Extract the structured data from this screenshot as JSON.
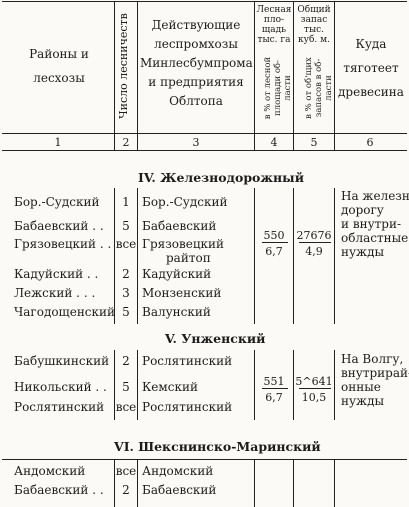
{
  "header": {
    "col1": [
      "Районы и",
      "лесхозы"
    ],
    "col2": "Число лесничеств",
    "col3": [
      "Действующие",
      "леспромхозы",
      "Минлесбумпрома",
      "и предприятия",
      "Облтопа"
    ],
    "col4_top": [
      "Лесная",
      "пло-",
      "щадь",
      "тыс. га"
    ],
    "col4_vert": [
      "в % от лесной",
      "площади об-",
      "ласти"
    ],
    "col5_top": [
      "Общий",
      "запас",
      "тыс.",
      "куб. м."
    ],
    "col5_vert": [
      "в % от об'щих",
      "запасов в об-",
      "ласти"
    ],
    "col6": [
      "Куда",
      "тяготеет",
      "древесина"
    ],
    "nums": [
      "1",
      "2",
      "3",
      "4",
      "5",
      "6"
    ]
  },
  "sections": [
    {
      "title": "IV.  Железнодорожный",
      "rows": [
        {
          "district": "Бор.-Судский",
          "count": "1",
          "enterprise": [
            "Бор.-Судский"
          ]
        },
        {
          "district": "Бабаевский . .",
          "count": "5",
          "enterprise": [
            "Бабаевский"
          ]
        },
        {
          "district": "Грязовецкий . .",
          "count": "все",
          "enterprise": [
            "Грязовецкий",
            "райтоп"
          ]
        },
        {
          "district": "Кадуйский . .",
          "count": "2",
          "enterprise": [
            "Кадуйский"
          ]
        },
        {
          "district": "Лежский . . .",
          "count": "3",
          "enterprise": [
            "Монзенский"
          ]
        },
        {
          "district": "Чагодощенский",
          "count": "5",
          "enterprise": [
            "Валунский"
          ]
        }
      ],
      "area": {
        "num": "550",
        "den": "6,7"
      },
      "stock": {
        "num": "27676",
        "den": "4,9"
      },
      "destination": [
        "На железную",
        "дорогу",
        "и внутри-",
        "областные",
        "нужды"
      ]
    },
    {
      "title": "V.  Унженский",
      "rows": [
        {
          "district": "Бабушкинский",
          "count": "2",
          "enterprise": [
            "Рослятинский"
          ]
        },
        {
          "district": "Никольский . .",
          "count": "5",
          "enterprise": [
            "Кемский"
          ]
        },
        {
          "district": "Рослятинский",
          "count": "все",
          "enterprise": [
            "Рослятинский"
          ]
        }
      ],
      "area": {
        "num": "551",
        "den": "6,7"
      },
      "stock": {
        "num": "5^641",
        "den": "10,5"
      },
      "destination": [
        "На Волгу,",
        "внутрирай-",
        "онные",
        "нужды"
      ]
    },
    {
      "title": "VI.  Шекснинско-Маринский",
      "rows": [
        {
          "district": "Андомский",
          "count": "все",
          "enterprise": [
            "Андомский"
          ]
        },
        {
          "district": "Бабаевский . .",
          "count": "2",
          "enterprise": [
            "Бабаевский"
          ]
        }
      ]
    }
  ]
}
